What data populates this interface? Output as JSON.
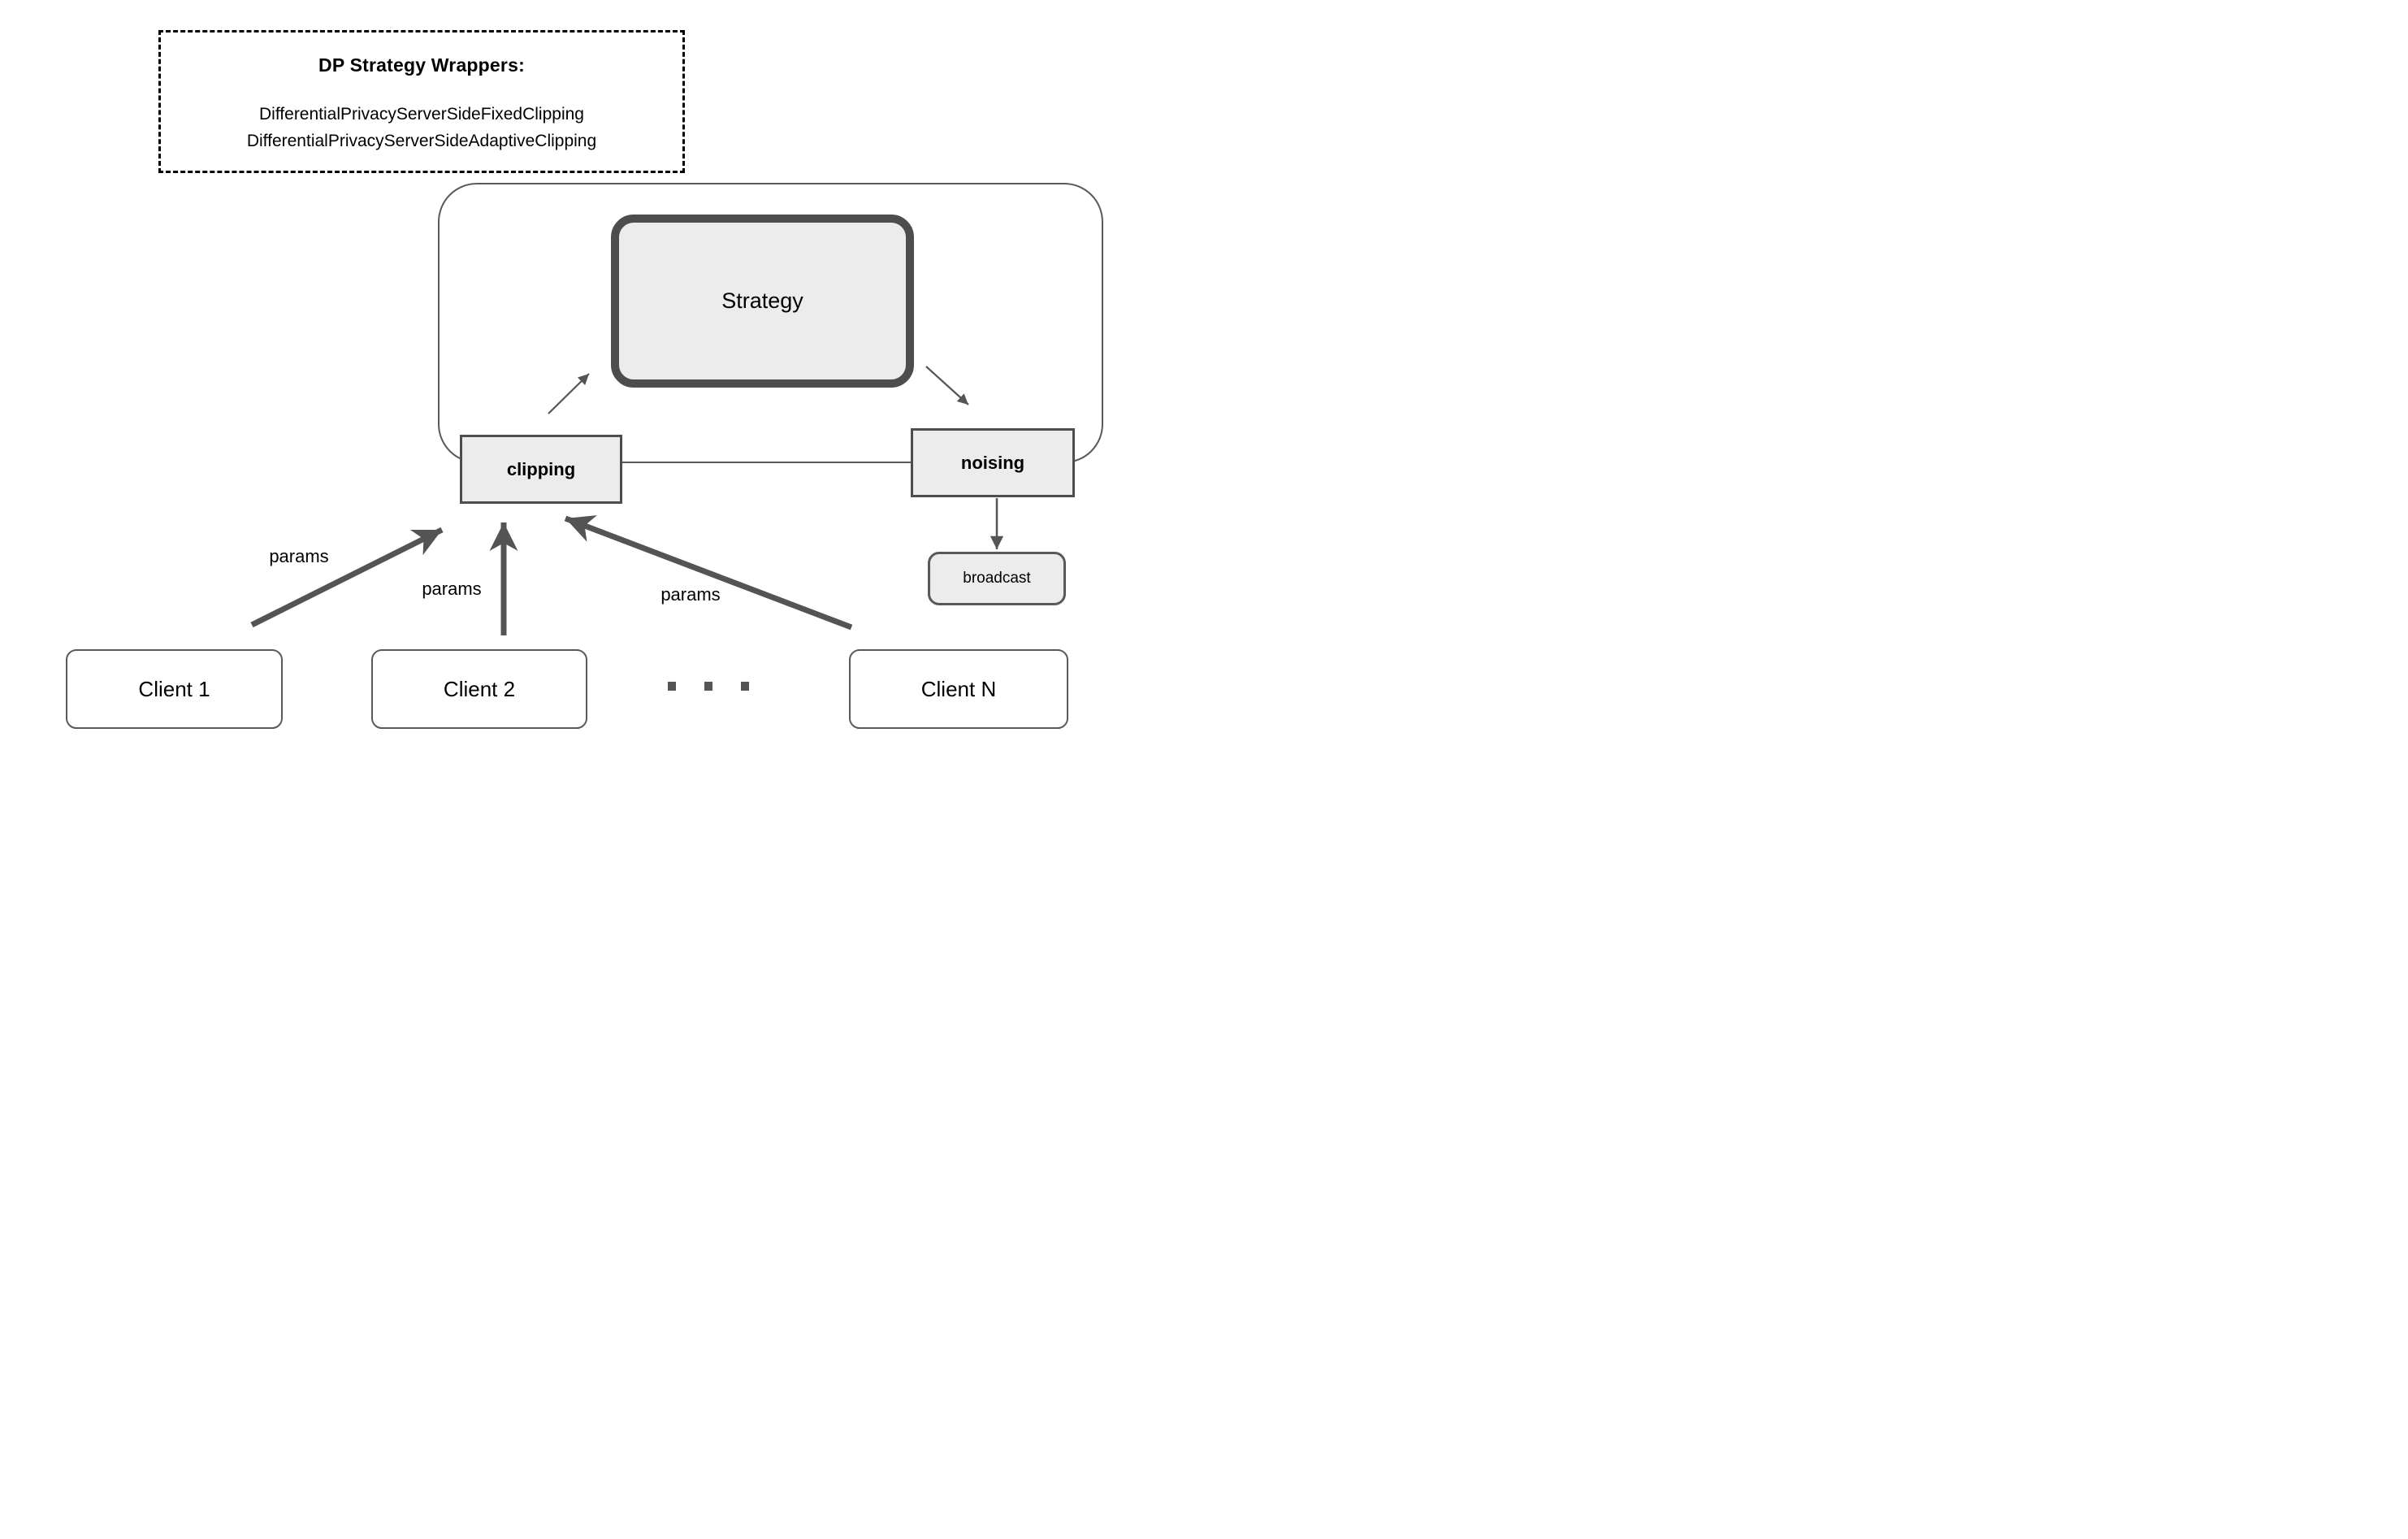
{
  "wrapper_panel": {
    "title": "DP Strategy Wrappers:",
    "class_names": [
      "DifferentialPrivacyServerSideFixedClipping",
      "DifferentialPrivacyServerSideAdaptiveClipping"
    ]
  },
  "server_box": {
    "strategy_label": "Strategy",
    "clipping_label": "clipping",
    "noising_label": "noising"
  },
  "broadcast": {
    "label": "broadcast"
  },
  "clients": [
    {
      "label": "Client 1"
    },
    {
      "label": "Client 2"
    },
    {
      "label": "Client N"
    }
  ],
  "arrow_labels": {
    "client1_params": "params",
    "client2_params": "params",
    "clientN_params": "params"
  },
  "icons": {
    "clients_ellipsis": "three-square-dots"
  },
  "colors": {
    "box_fill": "#ececec",
    "strong_border": "#4d4d4d",
    "thin_border": "#595959",
    "arrow": "#545454",
    "dashed_border": "#000000",
    "text": "#000000",
    "background": "#ffffff"
  }
}
